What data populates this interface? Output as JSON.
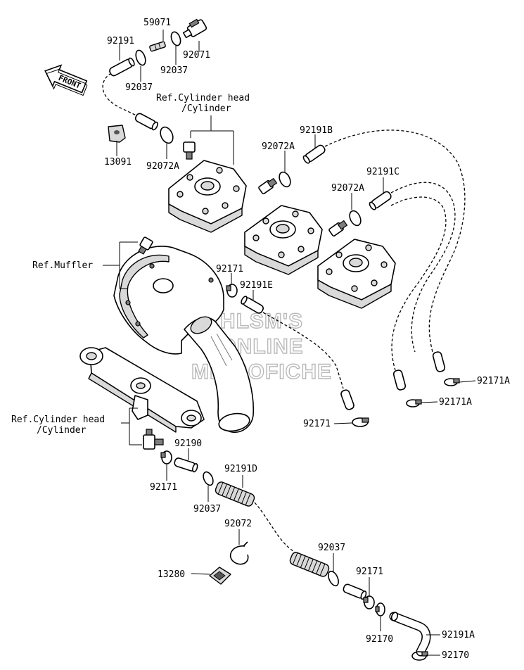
{
  "watermark": {
    "line1": "HLSM'S",
    "line2": "ONLINE",
    "line3": "MICROFICHE"
  },
  "front_arrow": {
    "label": "FRONT"
  },
  "refs": {
    "cyl_head_top_1": "Ref.Cylinder head",
    "cyl_head_top_2": "/Cylinder",
    "muffler": "Ref.Muffler",
    "cyl_head_left_1": "Ref.Cylinder head",
    "cyl_head_left_2": "/Cylinder"
  },
  "parts": {
    "p59071": "59071",
    "p92191_top": "92191",
    "p92071": "92071",
    "p92037_a": "92037",
    "p92037_b": "92037",
    "p13091": "13091",
    "p92072A_1": "92072A",
    "p92191B": "92191B",
    "p92072A_2": "92072A",
    "p92191C": "92191C",
    "p92072A_3": "92072A",
    "p92171_a": "92171",
    "p92191E": "92191E",
    "p92171A_1": "92171A",
    "p92171A_2": "92171A",
    "p92171_b": "92171",
    "p92190": "92190",
    "p92171_c": "92171",
    "p92191D": "92191D",
    "p92037_c": "92037",
    "p92072": "92072",
    "p92037_d": "92037",
    "p13280": "13280",
    "p92171_d": "92171",
    "p92170_a": "92170",
    "p92191A": "92191A",
    "p92170_b": "92170"
  }
}
